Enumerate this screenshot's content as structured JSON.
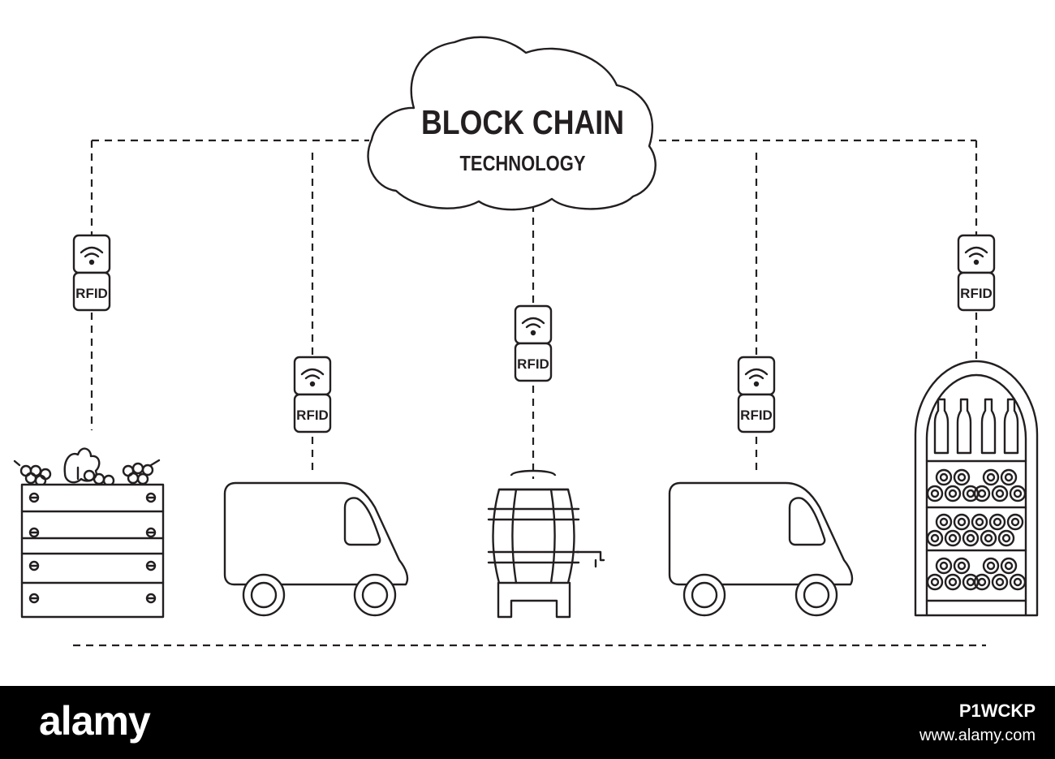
{
  "cloud": {
    "title": "BLOCK CHAIN",
    "subtitle": "TECHNOLOGY"
  },
  "tags": [
    {
      "id": "grapes",
      "label": "RFID"
    },
    {
      "id": "van-1",
      "label": "RFID"
    },
    {
      "id": "barrel",
      "label": "RFID"
    },
    {
      "id": "van-2",
      "label": "RFID"
    },
    {
      "id": "wine-shelf",
      "label": "RFID"
    }
  ],
  "stages": [
    "grape-crate",
    "delivery-van",
    "wine-barrel",
    "delivery-van",
    "wine-shelf"
  ],
  "footer": {
    "logo": "alamy",
    "image_id": "P1WCKP",
    "url": "www.alamy.com"
  },
  "colors": {
    "line": "#231f20",
    "background": "#ffffff",
    "footer": "#000000"
  }
}
